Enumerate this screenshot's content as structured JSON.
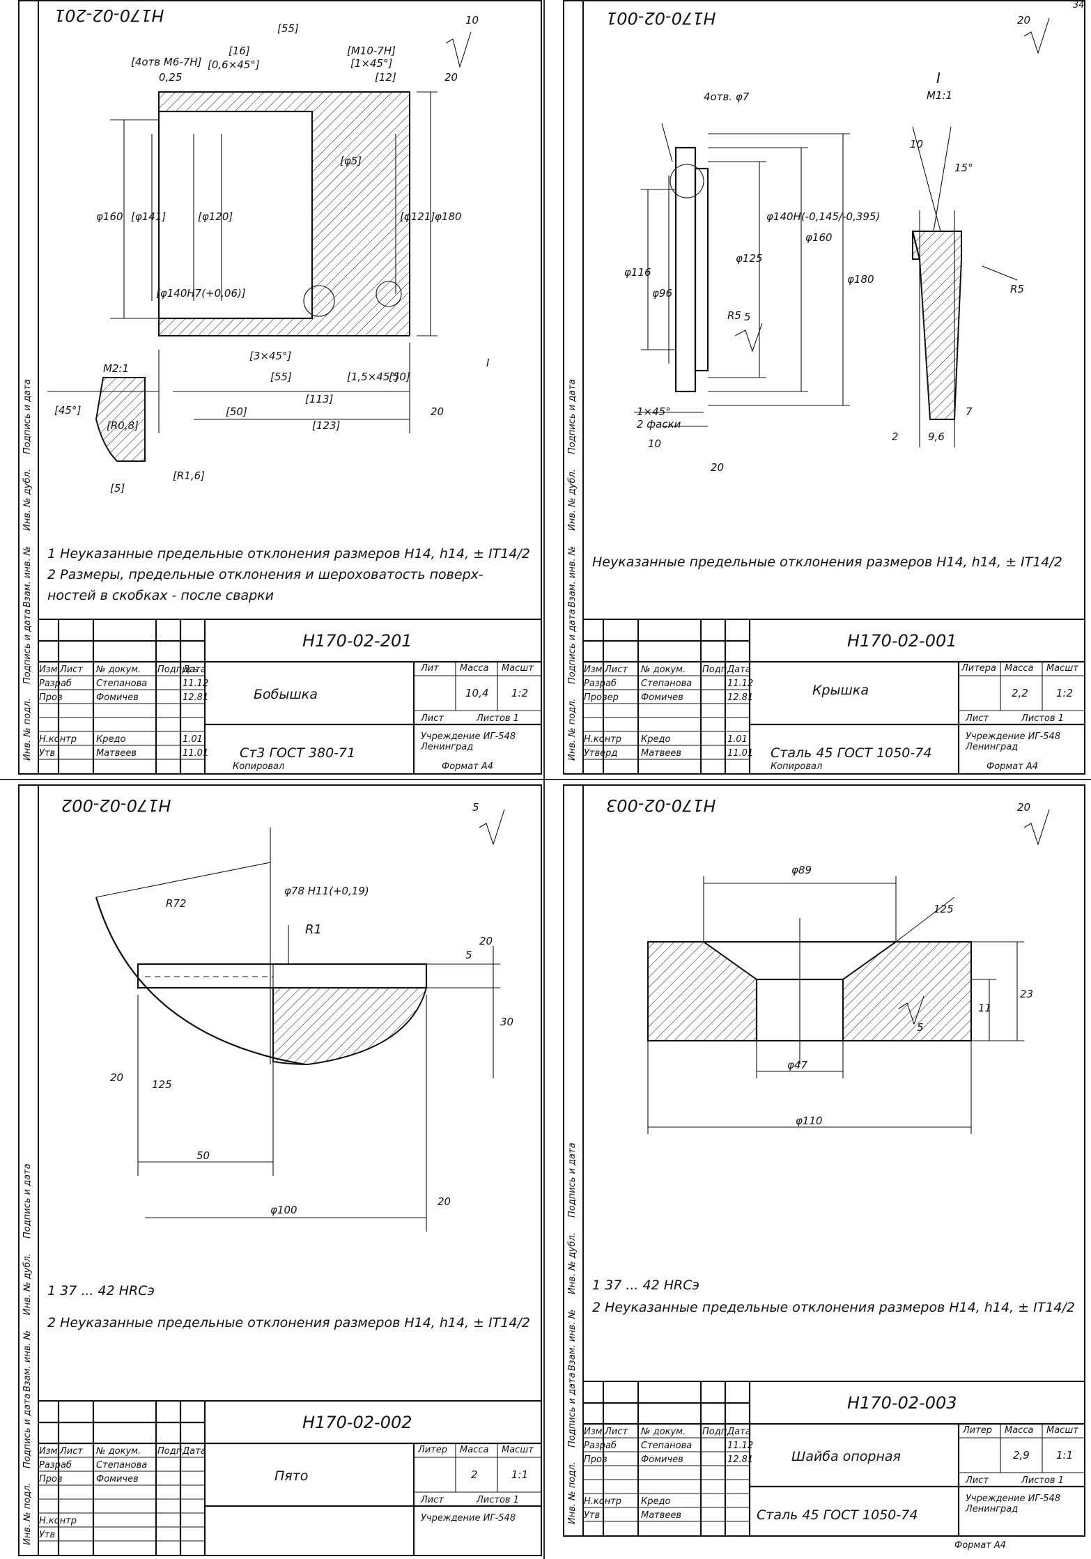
{
  "page_number": "34",
  "drawings": [
    {
      "code_top": "Н170-02-201",
      "roughness": "10",
      "dims": [
        "[4отв М6-7Н]",
        "[0,6×45°]",
        "0,25",
        "[16]",
        "[55]",
        "[М10-7Н]",
        "[1×45°]",
        "[12]",
        "20",
        "[φ5]",
        "φ160",
        "[φ141]",
        "[φ140H7(+0,06)]",
        "[φ120]",
        "[φ121]",
        "φ180",
        "[3×45°]",
        "[55]",
        "[113]",
        "[1,5×45°]",
        "[50]",
        "[50]",
        "[123]",
        "20",
        "I",
        "М2:1",
        "[45°]",
        "[R0,8]",
        "[R1,6]",
        "[5]"
      ],
      "notes": [
        "1 Неуказанные предельные отклонения размеров Н14, h14, ± IT14/2",
        "2 Размеры, предельные отклонения и шероховатость поверх-",
        "ностей в скобках - после сварки"
      ],
      "stamp": {
        "code": "Н170-02-201",
        "name": "Бобышка",
        "material": "Ст3 ГОСТ 380-71",
        "org": "Учреждение ИГ-548 Ленинград",
        "mass": "10,4",
        "scale": "1:2",
        "h_lit": "Лит",
        "h_mass": "Масса",
        "h_scale": "Масшт",
        "h_sheet": "Лист",
        "h_sheets": "Листов 1",
        "col_heads": [
          "Изм",
          "Лист",
          "№ докум.",
          "Подпись",
          "Дата"
        ],
        "rows": [
          [
            "Разраб",
            "Степанова",
            "",
            "11.12"
          ],
          [
            "Пров",
            "Фомичев",
            "",
            "12.81"
          ],
          [
            "Н.контр",
            "Кредо",
            "",
            "1.01"
          ],
          [
            "Утв",
            "Матвеев",
            "",
            "11.01"
          ]
        ],
        "footer_left": "Копировал",
        "footer_right": "Формат А4"
      }
    },
    {
      "code_top": "Н170-02-001",
      "roughness": "20",
      "dims": [
        "I",
        "М1:1",
        "4отв. φ7",
        "φ116",
        "φ96",
        "φ125",
        "φ140H(-0,145/-0,395)",
        "φ160",
        "φ180",
        "1×45°",
        "2 фаски",
        "10",
        "20",
        "R5",
        "5",
        "7",
        "2",
        "9,6",
        "10",
        "15°",
        "R5"
      ],
      "notes": [
        "Неуказанные предельные отклонения размеров Н14, h14, ± IT14/2"
      ],
      "stamp": {
        "code": "Н170-02-001",
        "name": "Крышка",
        "material": "Сталь 45 ГОСТ 1050-74",
        "org": "Учреждение ИГ-548 Ленинград",
        "mass": "2,2",
        "scale": "1:2",
        "h_lit": "Литера",
        "h_mass": "Масса",
        "h_scale": "Масшт",
        "h_sheet": "Лист",
        "h_sheets": "Листов 1",
        "col_heads": [
          "Изм",
          "Лист",
          "№ докум.",
          "Подп.",
          "Дата"
        ],
        "rows": [
          [
            "Разраб",
            "Степанова",
            "",
            "11.12"
          ],
          [
            "Провер",
            "Фомичев",
            "",
            "12.81"
          ],
          [
            "Н.контр",
            "Кредо",
            "",
            "1.01"
          ],
          [
            "Утверд",
            "Матвеев",
            "",
            "11.01"
          ]
        ],
        "footer_left": "Копировал",
        "footer_right": "Формат А4"
      }
    },
    {
      "code_top": "Н170-02-002",
      "roughness": "5",
      "dims": [
        "R72",
        "φ78 H11(+0,19)",
        "R1",
        "5",
        "20",
        "30",
        "20",
        "125",
        "50",
        "φ100",
        "20"
      ],
      "notes": [
        "1 37 ... 42 HRCэ",
        "2 Неуказанные предельные отклонения размеров Н14, h14, ± IT14/2"
      ],
      "stamp": {
        "code": "Н170-02-002",
        "name": "Пято",
        "material": "",
        "org": "Учреждение ИГ-548",
        "mass": "2",
        "scale": "1:1",
        "h_lit": "Литер",
        "h_mass": "Масса",
        "h_scale": "Масшт",
        "h_sheet": "Лист",
        "h_sheets": "Листов 1",
        "col_heads": [
          "Изм",
          "Лист",
          "№ докум.",
          "Подп.",
          "Дата"
        ],
        "rows": [
          [
            "Разраб",
            "Степанова",
            "",
            ""
          ],
          [
            "Пров",
            "Фомичев",
            "",
            ""
          ],
          [
            "Н.контр",
            "",
            "",
            ""
          ],
          [
            "Утв",
            "",
            "",
            ""
          ]
        ],
        "footer_left": "",
        "footer_right": ""
      }
    },
    {
      "code_top": "Н170-02-003",
      "roughness": "20",
      "dims": [
        "φ89",
        "125",
        "23",
        "11",
        "5",
        "φ47",
        "φ110"
      ],
      "notes": [
        "1 37 ... 42 HRCэ",
        "2 Неуказанные предельные отклонения размеров Н14, h14, ± IT14/2"
      ],
      "stamp": {
        "code": "Н170-02-003",
        "name": "Шайба опорная",
        "material": "Сталь 45 ГОСТ 1050-74",
        "org": "Учреждение ИГ-548 Ленинград",
        "mass": "2,9",
        "scale": "1:1",
        "h_lit": "Литер",
        "h_mass": "Масса",
        "h_scale": "Масшт",
        "h_sheet": "Лист",
        "h_sheets": "Листов 1",
        "col_heads": [
          "Изм",
          "Лист",
          "№ докум.",
          "Подп.",
          "Дата"
        ],
        "rows": [
          [
            "Разраб",
            "Степанова",
            "",
            "11.12"
          ],
          [
            "Пров",
            "Фомичев",
            "",
            "12.81"
          ],
          [
            "Н.контр",
            "Кредо",
            "",
            ""
          ],
          [
            "Утв",
            "Матвеев",
            "",
            ""
          ]
        ],
        "footer_left": "",
        "footer_right": "Формат А4"
      }
    }
  ],
  "side_labels": [
    "Инв. № подл.",
    "Подпись и дата",
    "Взам. инв. №",
    "Инв. № дубл.",
    "Подпись и дата"
  ]
}
